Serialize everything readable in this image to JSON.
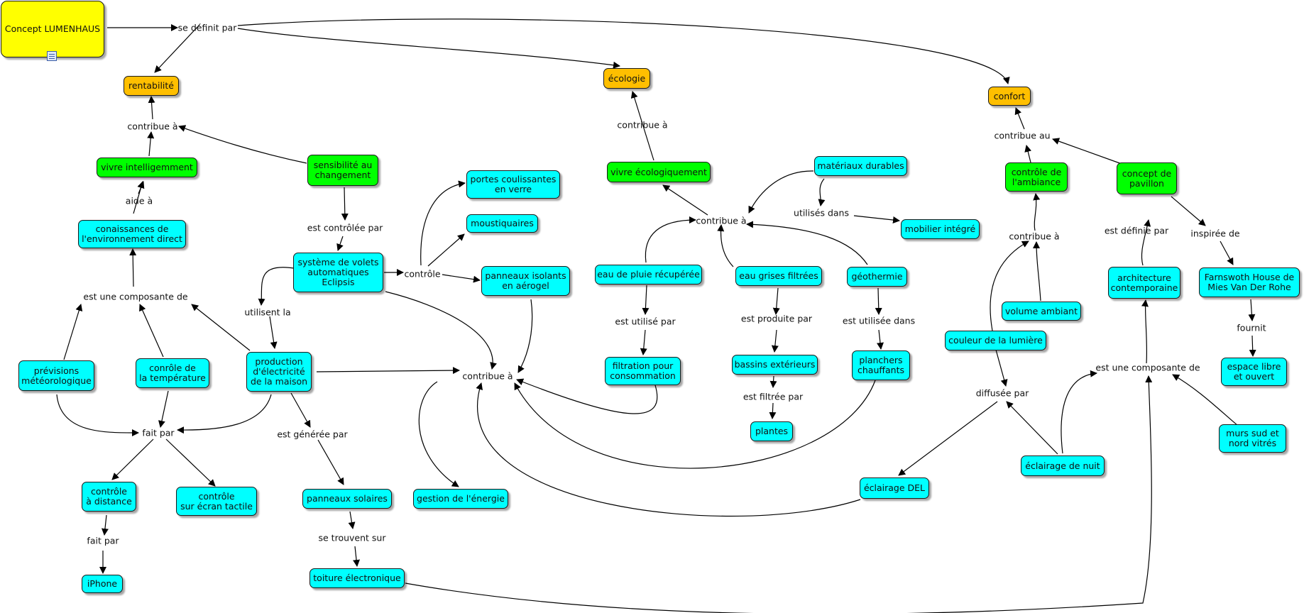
{
  "nodes": {
    "concept": "Concept LUMENHAUS",
    "rentabilite": "rentabilité",
    "ecologie": "écologie",
    "confort": "confort",
    "vivre_intel": "vivre intelligemment",
    "sensibilite": [
      "sensibilité au",
      "changement"
    ],
    "conaissances": [
      "conaissances de",
      "l'environnement direct"
    ],
    "systeme": [
      "système de volets",
      "automatiques",
      "Eclipsis"
    ],
    "portes": [
      "portes coulissantes",
      "en verre"
    ],
    "moustiquaires": "moustiquaires",
    "panneaux_isolants": [
      "panneaux isolants",
      "en aérogel"
    ],
    "previsions": [
      "prévisions",
      "météorologique"
    ],
    "conrole_temp": [
      "conrôle de",
      "la température"
    ],
    "production": [
      "production",
      "d'électricité",
      "de la maison"
    ],
    "controle_distance": [
      "contrôle",
      "à distance"
    ],
    "controle_ecran": [
      "contrôle",
      "sur écran tactile"
    ],
    "iphone": "iPhone",
    "panneaux_solaires": "panneaux solaires",
    "toiture": "toiture électronique",
    "gestion": "gestion de l'énergie",
    "vivre_eco": "vivre écologiquement",
    "materiaux": "matériaux durables",
    "mobilier": "mobilier intégré",
    "eau_pluie": "eau de pluie récupérée",
    "eau_grises": "eau grises filtrées",
    "geothermie": "géothermie",
    "filtration": [
      "filtration pour",
      "consommation"
    ],
    "bassins": "bassins extérieurs",
    "plantes": "plantes",
    "planchers": [
      "planchers",
      "chauffants"
    ],
    "controle_ambiance": [
      "contrôle de",
      "l'ambiance"
    ],
    "concept_pavillon": [
      "concept de",
      "pavillon"
    ],
    "volume": "volume ambiant",
    "couleur": "couleur de la lumière",
    "architecture": [
      "architecture",
      "contemporaine"
    ],
    "farnswoth": [
      "Farnswoth House de",
      "Mies Van Der Rohe"
    ],
    "espace": [
      "espace libre",
      "et ouvert"
    ],
    "murs": [
      "murs sud et",
      "nord vitrés"
    ],
    "eclairage_nuit": "éclairage de nuit",
    "eclairage_del": "éclairage DEL"
  },
  "links": {
    "se_definit": "se définit par",
    "contribue_rent": "contribue à",
    "aide": "aide à",
    "est_composante_left": "est une composante de",
    "est_controlee": "est contrôlée par",
    "utilisent": "utilisent la",
    "controle": "contrôle",
    "contribue_center": "contribue à",
    "fait_par_1": "fait par",
    "fait_par_2": "fait par",
    "est_generee": "est générée par",
    "se_trouvent": "se trouvent sur",
    "contribue_eco": "contribue à",
    "contribue_eco2": "contribue à",
    "utilises_dans": "utilisés dans",
    "est_utilise": "est utilisé par",
    "est_produite": "est produite par",
    "est_filtree": "est filtrée par",
    "est_utilisee": "est utilisée dans",
    "contribue_au": "contribue au",
    "contribue_amb": "contribue à",
    "est_definie": "est définie par",
    "inspiree": "inspirée de",
    "fournit": "fournit",
    "est_composante_right": "est une composante de",
    "diffusee": "diffusée par"
  },
  "colors": {
    "concept_node": "#ffff00",
    "category_node": "#ffbf00",
    "goal_node": "#00ff00",
    "item_node": "#00ffff",
    "edge": "#000000"
  },
  "icons": {
    "concept_attachment": "document-list-icon"
  }
}
